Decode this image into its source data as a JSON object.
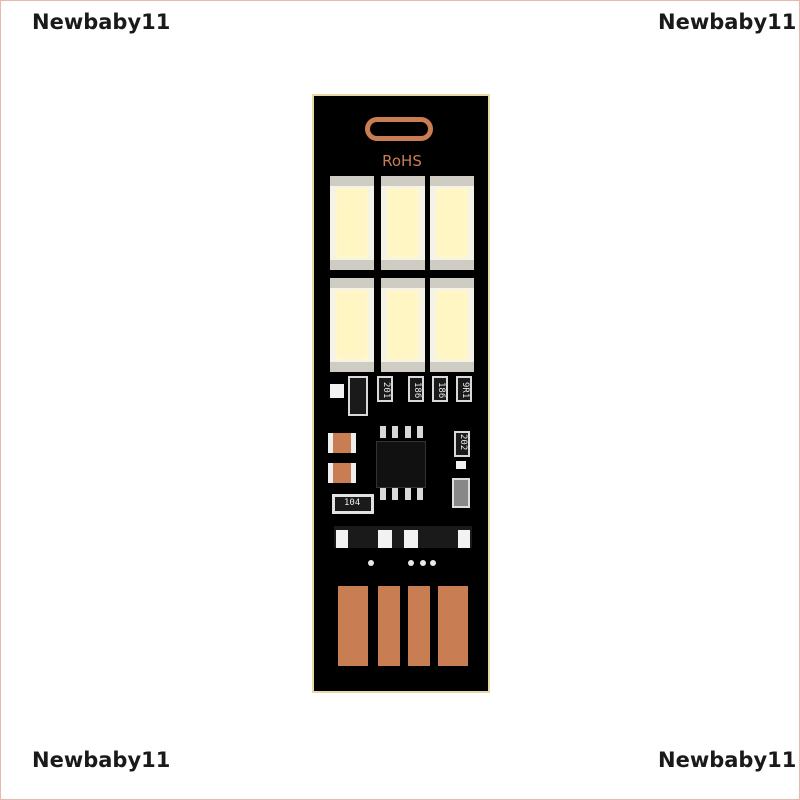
{
  "watermarks": {
    "top_left": "Newbaby11",
    "top_right": "Newbaby11",
    "bottom_left": "Newbaby11",
    "bottom_right": "Newbaby11"
  },
  "board": {
    "silkscreen_rohs": "RoHS",
    "resistor_labels": [
      "201",
      "186",
      "186",
      "9R1",
      "202",
      "104"
    ],
    "led_count": 6,
    "colors": {
      "pcb": "#000000",
      "copper": "#c97d52",
      "led_lens": "#fff6c4",
      "background": "#ffffff"
    }
  }
}
